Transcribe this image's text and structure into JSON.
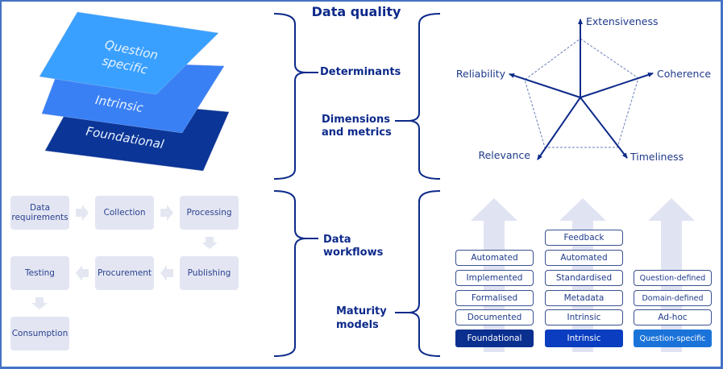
{
  "title": "Data quality",
  "layers": {
    "top": "Question specific",
    "top_line1": "Question",
    "top_line2": "specific",
    "middle": "Intrinsic",
    "bottom": "Foundational",
    "colors": {
      "top": "#3aa0ff",
      "middle": "#3a80f5",
      "bottom": "#0b3596"
    }
  },
  "brackets": {
    "determinants": "Determinants",
    "dimensions_line1": "Dimensions",
    "dimensions_line2": "and metrics",
    "workflows_line1": "Data",
    "workflows_line2": "workflows",
    "maturity_line1": "Maturity",
    "maturity_line2": "models"
  },
  "dimensions": {
    "axes": [
      "Extensiveness",
      "Coherence",
      "Timeliness",
      "Relevance",
      "Reliability"
    ]
  },
  "workflow": {
    "steps": [
      "Data requirements",
      "Collection",
      "Processing",
      "Publishing",
      "Procurement",
      "Testing",
      "Consumption"
    ],
    "step0_line1": "Data",
    "step0_line2": "requirements"
  },
  "maturity": {
    "columns": [
      {
        "base": "Foundational",
        "base_color": "#0b2f8f",
        "levels": [
          "Documented",
          "Formalised",
          "Implemented",
          "Automated"
        ]
      },
      {
        "base": "Intrinsic",
        "base_color": "#0a3dc0",
        "levels": [
          "Intrinsic",
          "Metadata",
          "Standardised",
          "Automated",
          "Feedback"
        ]
      },
      {
        "base": "Question-specific",
        "base_color": "#1a73d9",
        "levels": [
          "Ad-hoc",
          "Domain-defined",
          "Question-defined"
        ]
      }
    ]
  },
  "colors": {
    "navy": "#0d2a8a",
    "border": "#4472c4",
    "flow_box": "#e3e6f2",
    "arrow_light": "#e0e3f2"
  }
}
